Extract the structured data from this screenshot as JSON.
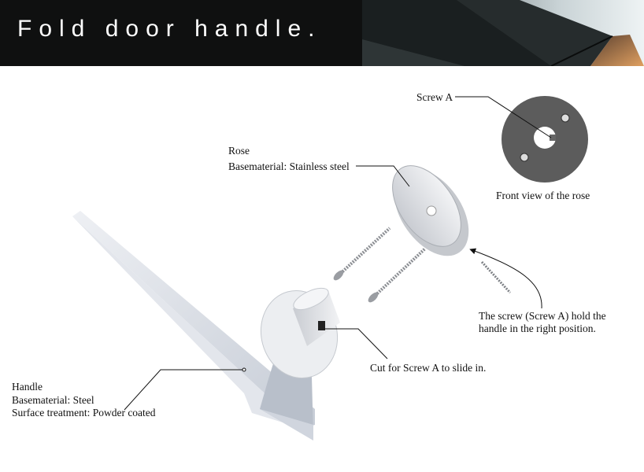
{
  "header": {
    "title": "Fold door handle."
  },
  "labels": {
    "screw_a": "Screw A",
    "rose_title": "Rose",
    "rose_material": "Basematerial: Stainless steel",
    "front_view": "Front view of the rose",
    "screw_note_line1": "The screw (Screw A) hold the",
    "screw_note_line2": "handle in the right position.",
    "cut_note": "Cut for Screw A to slide in.",
    "handle_title": "Handle",
    "handle_material": "Basematerial: Steel",
    "handle_surface": "Surface treatment: Powder coated"
  },
  "colors": {
    "header_bg": "#0f1010",
    "rose_front": "#5c5c5c",
    "handle": "#dde1e8"
  }
}
